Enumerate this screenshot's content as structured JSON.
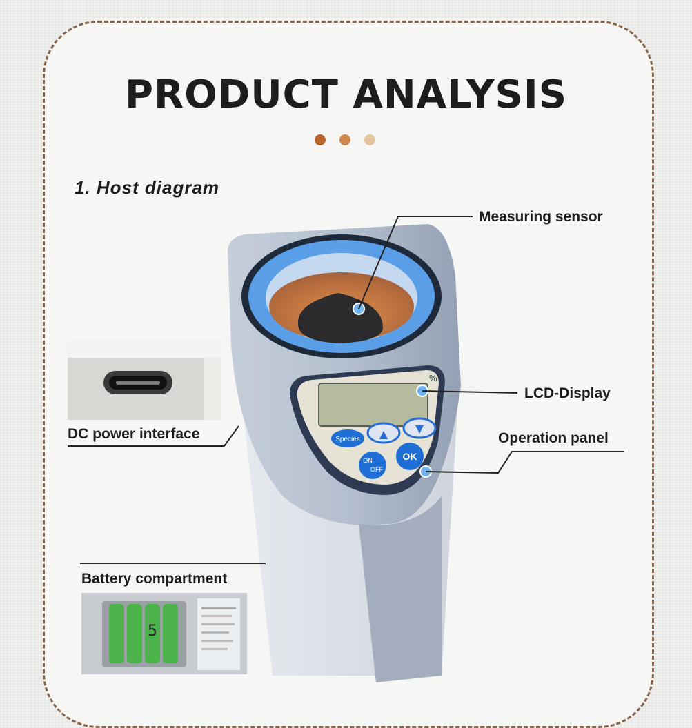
{
  "header": {
    "title": "PRODUCT ANALYSIS",
    "dot_colors": [
      "#b5652a",
      "#d1874a",
      "#e3c3a0"
    ]
  },
  "section": {
    "heading": "1. Host diagram"
  },
  "callouts": {
    "measuring_sensor": "Measuring sensor",
    "lcd_display": "LCD-Display",
    "operation_panel": "Operation panel",
    "dc_power_interface": "DC power interface",
    "battery_compartment": "Battery compartment"
  },
  "device": {
    "unit_symbol": "%",
    "buttons": {
      "species": "Species",
      "up": "▲",
      "down": "▼",
      "on": "ON",
      "off": "OFF",
      "ok": "OK"
    }
  },
  "battery": {
    "digit": "5"
  },
  "colors": {
    "accent": "#2a6fd6",
    "border": "#8a6448",
    "body": "#a7b1c2"
  }
}
